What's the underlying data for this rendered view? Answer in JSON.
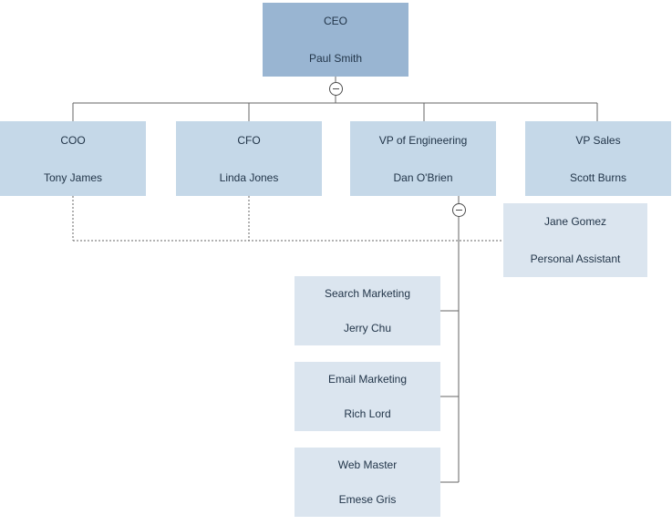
{
  "diagram": {
    "type": "org-chart",
    "nodes": {
      "ceo": {
        "line1": "CEO",
        "line2": "Paul Smith"
      },
      "coo": {
        "line1": "COO",
        "line2": "Tony James"
      },
      "cfo": {
        "line1": "CFO",
        "line2": "Linda Jones"
      },
      "vp_engineering": {
        "line1": "VP of Engineering",
        "line2": "Dan O'Brien"
      },
      "vp_sales": {
        "line1": "VP Sales",
        "line2": "Scott Burns"
      },
      "personal_assistant": {
        "line1": "Jane Gomez",
        "line2": "Personal Assistant"
      },
      "search_marketing": {
        "line1": "Search Marketing",
        "line2": "Jerry Chu"
      },
      "email_marketing": {
        "line1": "Email Marketing",
        "line2": "Rich Lord"
      },
      "web_master": {
        "line1": "Web Master",
        "line2": "Emese Gris"
      }
    },
    "icons": {
      "ceo_collapse": "minus",
      "vp_engineering_collapse": "minus"
    },
    "colors": {
      "level1_fill": "#99b5d2",
      "level2_fill": "#c5d8e8",
      "level3_fill": "#dbe5ef",
      "text": "#223549",
      "connector": "#666666",
      "background": "#ffffff"
    }
  }
}
